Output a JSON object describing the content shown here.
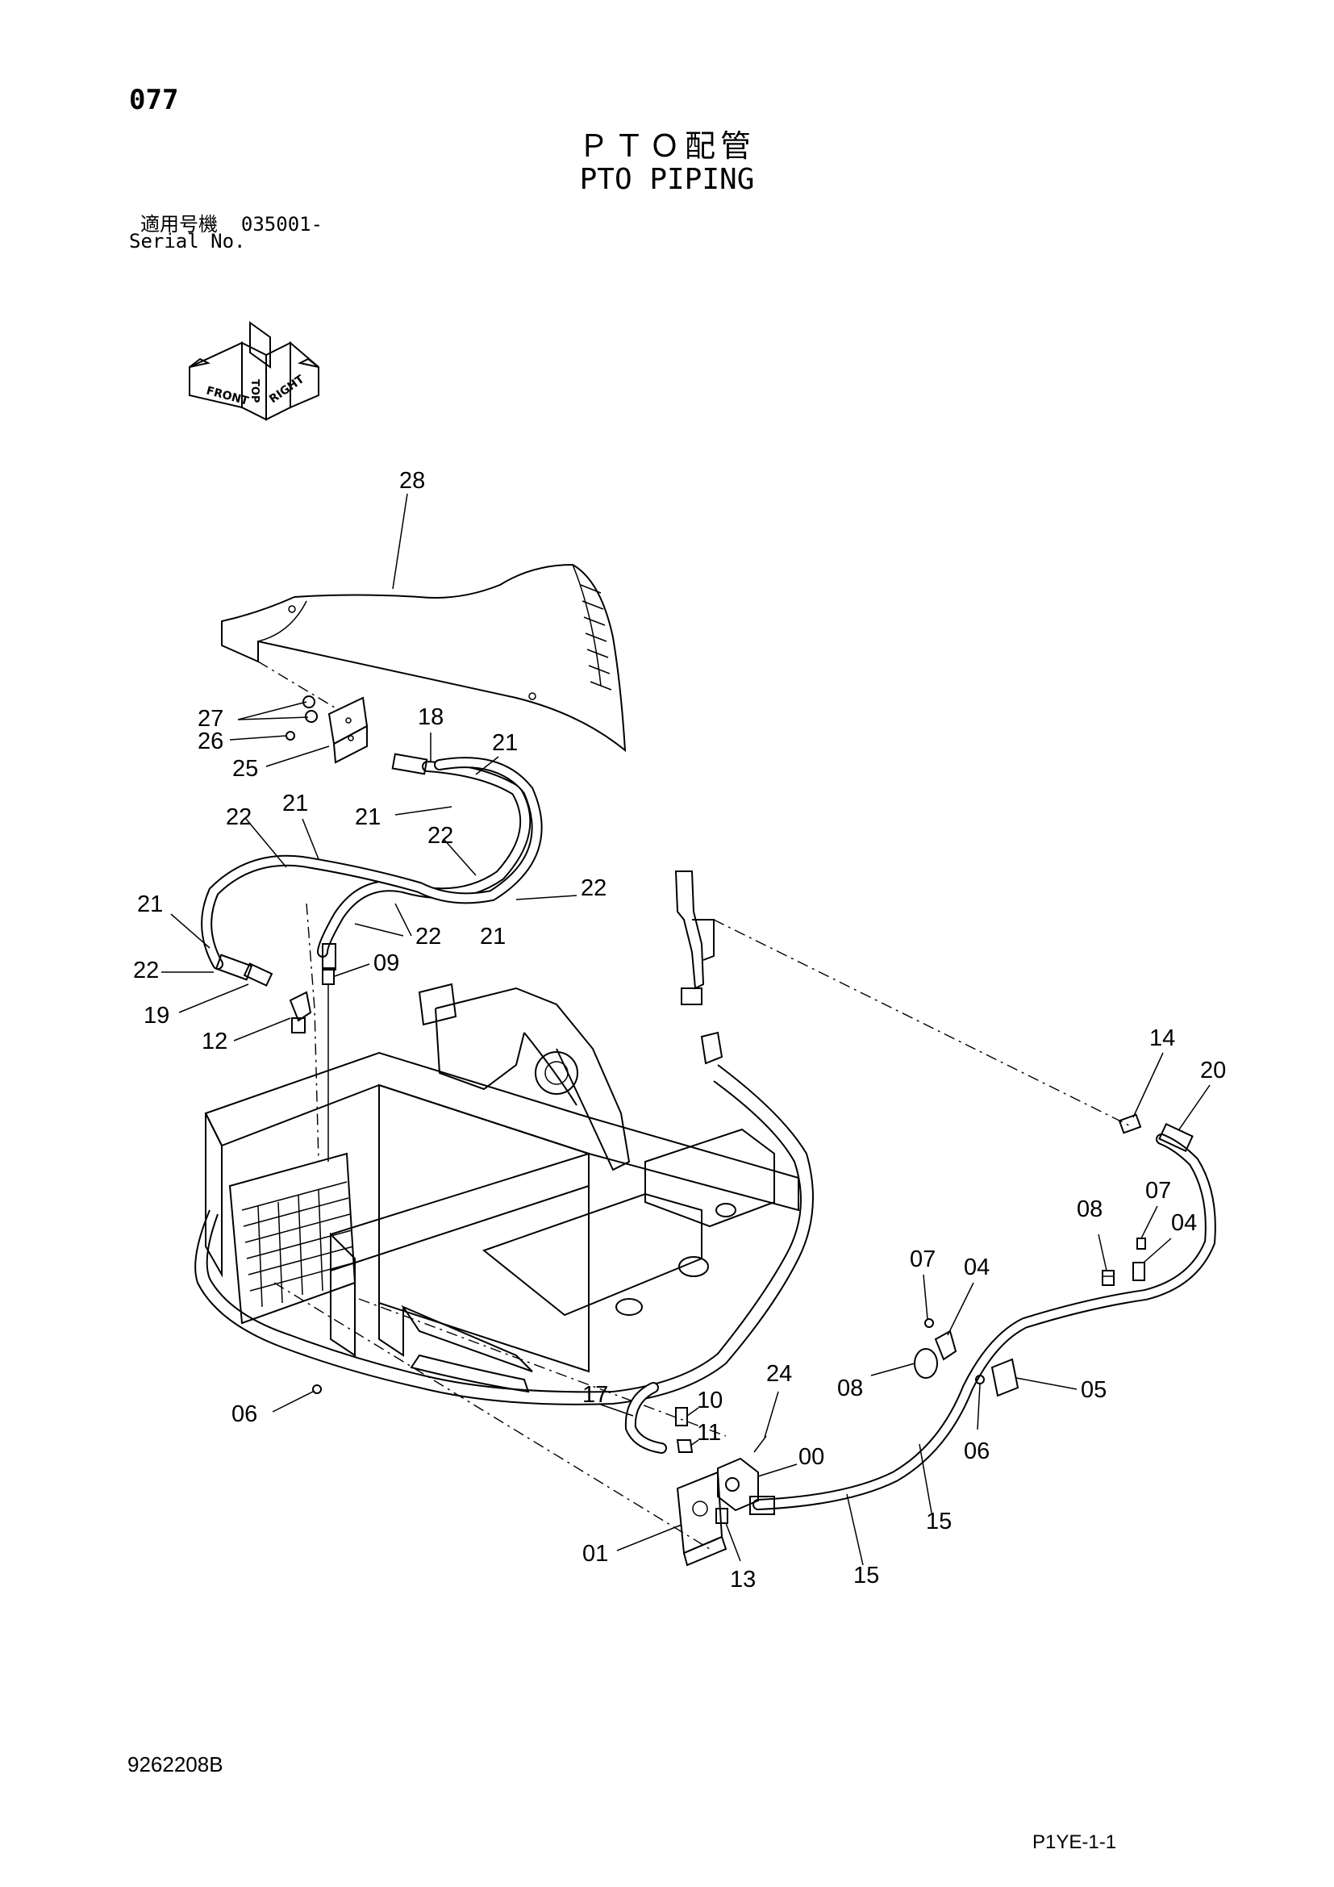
{
  "header": {
    "page_number": "077",
    "title_jp": "ＰＴＯ配管",
    "title_en": "PTO PIPING",
    "serial_label_jp": "適用号機",
    "serial_value": "035001-",
    "serial_label_en": "Serial No."
  },
  "orientation": {
    "front": "FRONT",
    "top": "TOP",
    "right": "RIGHT"
  },
  "callouts": [
    {
      "id": "c28",
      "label": "28"
    },
    {
      "id": "c27",
      "label": "27"
    },
    {
      "id": "c26",
      "label": "26"
    },
    {
      "id": "c25",
      "label": "25"
    },
    {
      "id": "c18",
      "label": "18"
    },
    {
      "id": "c21a",
      "label": "21"
    },
    {
      "id": "c21b",
      "label": "21"
    },
    {
      "id": "c21c",
      "label": "21"
    },
    {
      "id": "c21d",
      "label": "21"
    },
    {
      "id": "c21e",
      "label": "21"
    },
    {
      "id": "c22a",
      "label": "22"
    },
    {
      "id": "c22b",
      "label": "22"
    },
    {
      "id": "c22c",
      "label": "22"
    },
    {
      "id": "c22d",
      "label": "22"
    },
    {
      "id": "c22e",
      "label": "22"
    },
    {
      "id": "c09",
      "label": "09"
    },
    {
      "id": "c19",
      "label": "19"
    },
    {
      "id": "c12",
      "label": "12"
    },
    {
      "id": "c14",
      "label": "14"
    },
    {
      "id": "c20",
      "label": "20"
    },
    {
      "id": "c07a",
      "label": "07"
    },
    {
      "id": "c08a",
      "label": "08"
    },
    {
      "id": "c04a",
      "label": "04"
    },
    {
      "id": "c07b",
      "label": "07"
    },
    {
      "id": "c04b",
      "label": "04"
    },
    {
      "id": "c08b",
      "label": "08"
    },
    {
      "id": "c05",
      "label": "05"
    },
    {
      "id": "c06a",
      "label": "06"
    },
    {
      "id": "c06b",
      "label": "06"
    },
    {
      "id": "c24",
      "label": "24"
    },
    {
      "id": "c17",
      "label": "17"
    },
    {
      "id": "c10",
      "label": "10"
    },
    {
      "id": "c11",
      "label": "11"
    },
    {
      "id": "c00",
      "label": "00"
    },
    {
      "id": "c15a",
      "label": "15"
    },
    {
      "id": "c15b",
      "label": "15"
    },
    {
      "id": "c01",
      "label": "01"
    },
    {
      "id": "c13",
      "label": "13"
    }
  ],
  "footer": {
    "doc_number": "9262208B",
    "page_code": "P1YE-1-1"
  }
}
